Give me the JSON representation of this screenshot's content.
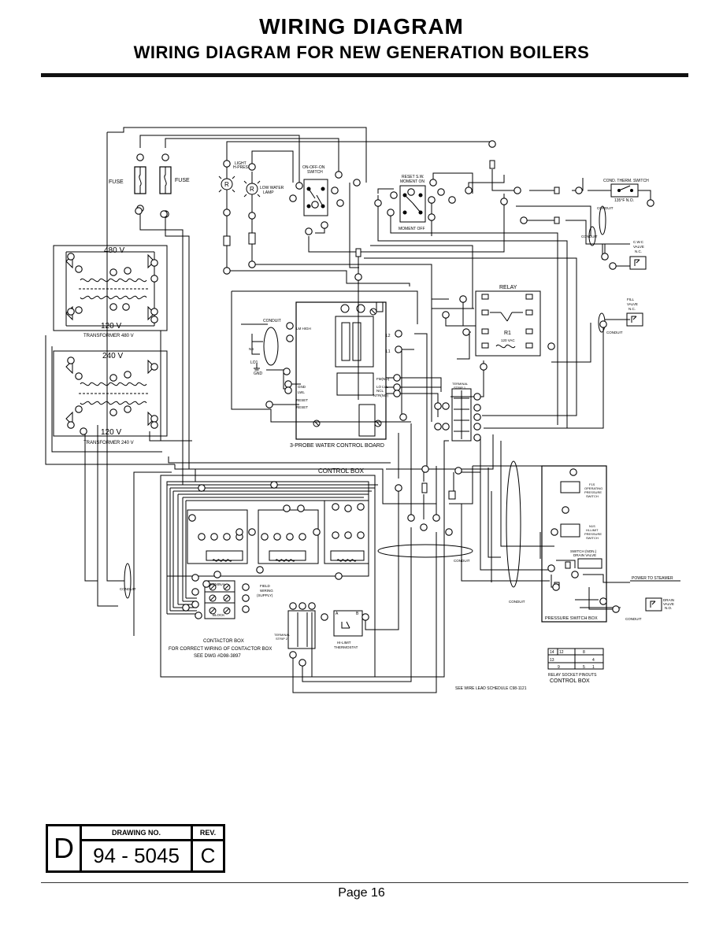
{
  "header": {
    "title": "WIRING DIAGRAM",
    "subtitle": "WIRING DIAGRAM FOR NEW GENERATION BOILERS"
  },
  "labels": {
    "fuse1": "FUSE",
    "fuse2": "FUSE",
    "light_press": "LIGHT",
    "light_press2": "H-PRESS.",
    "low_water": "LOW WATER",
    "low_water2": "LAMP",
    "onoff": "ON-OFF-ON",
    "onoff2": "SWITCH",
    "reset": "RESET S.W.",
    "reset2": "MOMENT ON",
    "moment_off": "MOMENT OFF",
    "cond_therm": "COND. THERM. SWITCH",
    "cond_temp": "135°F N.O.",
    "conduit": "CONDUIT",
    "cwc": "C.W.C",
    "cwc2": "VALVE",
    "cwc3": "N.C.",
    "fill": "FILL",
    "fill2": "VALVE",
    "fill3": "N.C.",
    "relay": "RELAY",
    "relay_coil": "120 VAC",
    "r1": "R1",
    "t480_head": "480 V",
    "t480_120": "120 V",
    "t480_name": "TRANSFORMER 480 V",
    "t240_head": "240 V",
    "t240_120": "120 V",
    "t240_name": "TRANSFORMER 240 V",
    "probe_board": "3-PROBE WATER CONTROL BOARD",
    "control_box": "CONTROL BOX",
    "terminal": "TERMINAL",
    "block": "BLOCK",
    "field_wiring": "FIELD",
    "field_wiring2": "WIRING",
    "field_wiring3": "(SUPPLY)",
    "contactor_box": "CONTACTOR BOX",
    "contactor_note1": "FOR CORRECT WIRING OF CONTACTOR BOX",
    "contactor_note2": "SEE DWG #D98-3897",
    "hi_limit": "HI-LIMIT",
    "hi_limit2": "THERMOSTAT",
    "fis": "F1S",
    "fis2": "OPERATING",
    "fis3": "PRESSURE",
    "fis4": "SWITCH",
    "n1s": "N1S",
    "n1s2": "HI-LIMIT",
    "n1s3": "PRESSURE",
    "n1s4": "SWITCH",
    "drain_sw": "SWITCH (NON.)",
    "drain_sw2": "DRAIN VALVE",
    "power_steamer": "POWER TO STEAMER",
    "drain_valve": "DRAIN",
    "drain_valve2": "VALVE",
    "drain_valve3": "N.O.",
    "pressure_box": "PRESSURE SWITCH BOX",
    "relay_socket": "RELAY SOCKET PINOUTS",
    "relay_socket2": "CONTROL    BOX",
    "wire_schedule": "SEE WIRE LEAD SCHEDULE C98-1121",
    "gnd": "GND",
    "lo1": "LO1",
    "ns": "NS",
    "lm_high": "LM HIGH",
    "l2": "L2",
    "l1": "L1",
    "fm_no": "FM(NO)",
    "lo_lvl": "LO LVL",
    "ncl": "NCL",
    "ntr_no": "NTR(NO)",
    "reset_lbl": "RESET",
    "reset_lbl2": "RESET",
    "lwl_lbl": "LWL",
    "gnd_lbl": "GND",
    "terminal_strip": "TERMINAL",
    "terminal_strip2": "STRIP 2",
    "terminal_strip3": "TERMINAL",
    "terminal_strip4": "STRIP 1"
  },
  "title_block": {
    "size": "D",
    "drawing_no_label": "DRAWING NO.",
    "rev_label": "REV.",
    "drawing_no": "94 - 5045",
    "rev": "C"
  },
  "footer": {
    "page": "Page 16"
  }
}
